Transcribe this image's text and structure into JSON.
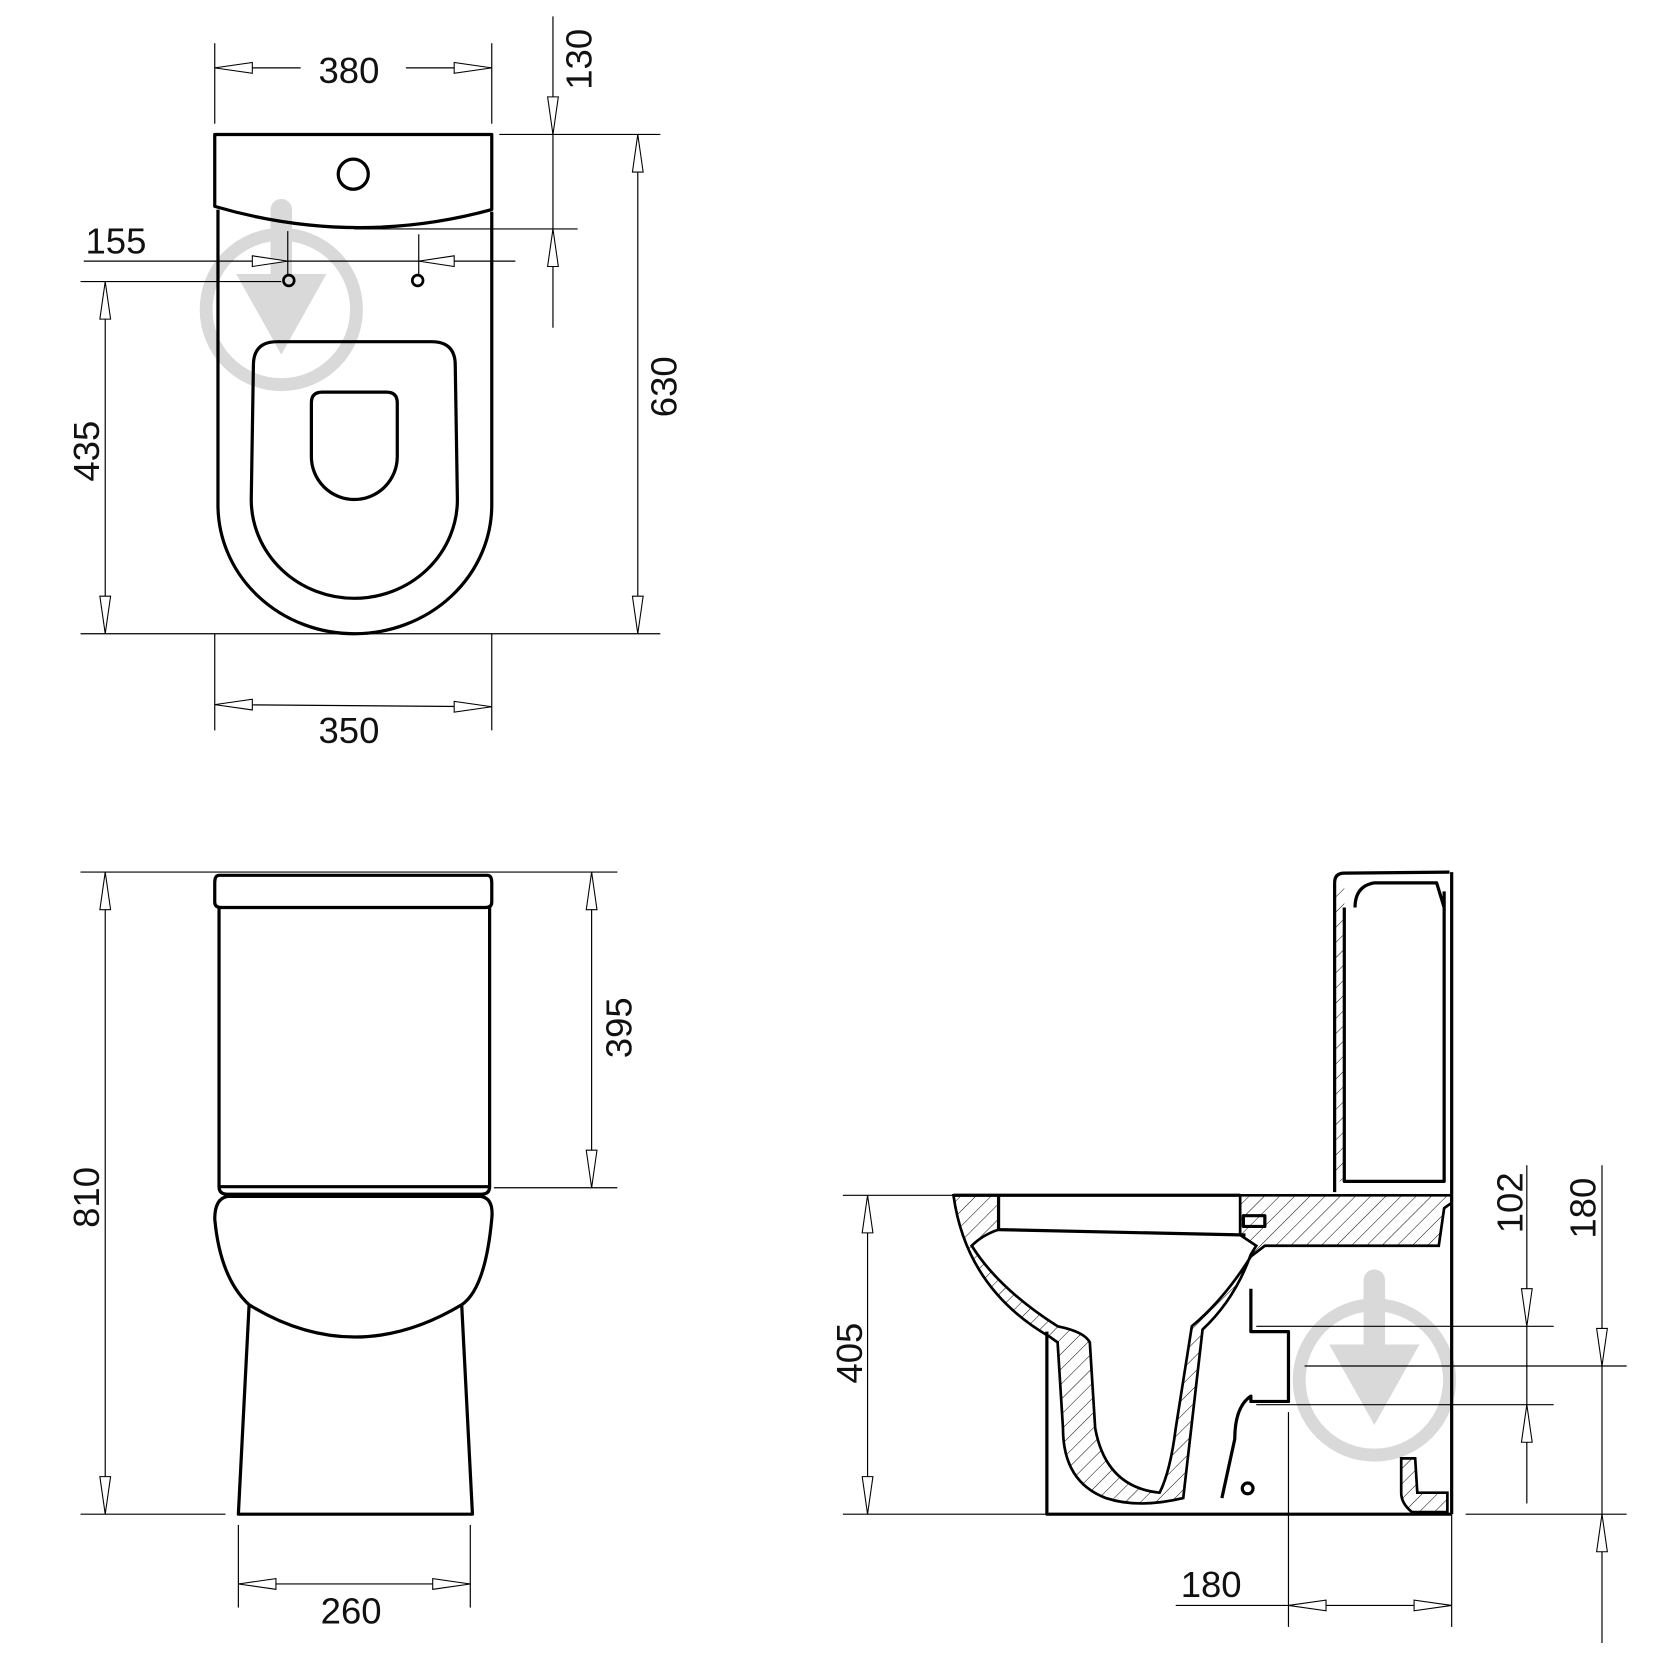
{
  "drawing": {
    "top_view": {
      "tank_width": "380",
      "tank_depth": "130",
      "inlet_offset": "155",
      "fixing_distance": "435",
      "total_depth": "630",
      "bowl_width": "350"
    },
    "front_view": {
      "total_height": "810",
      "tank_height": "395",
      "base_width": "260"
    },
    "side_view": {
      "seat_height": "405",
      "outlet_diameter": "102",
      "outlet_height": "180",
      "outlet_wall_distance": "180"
    },
    "colors": {
      "line": "#000000",
      "watermark": "#d9d9d9"
    }
  }
}
